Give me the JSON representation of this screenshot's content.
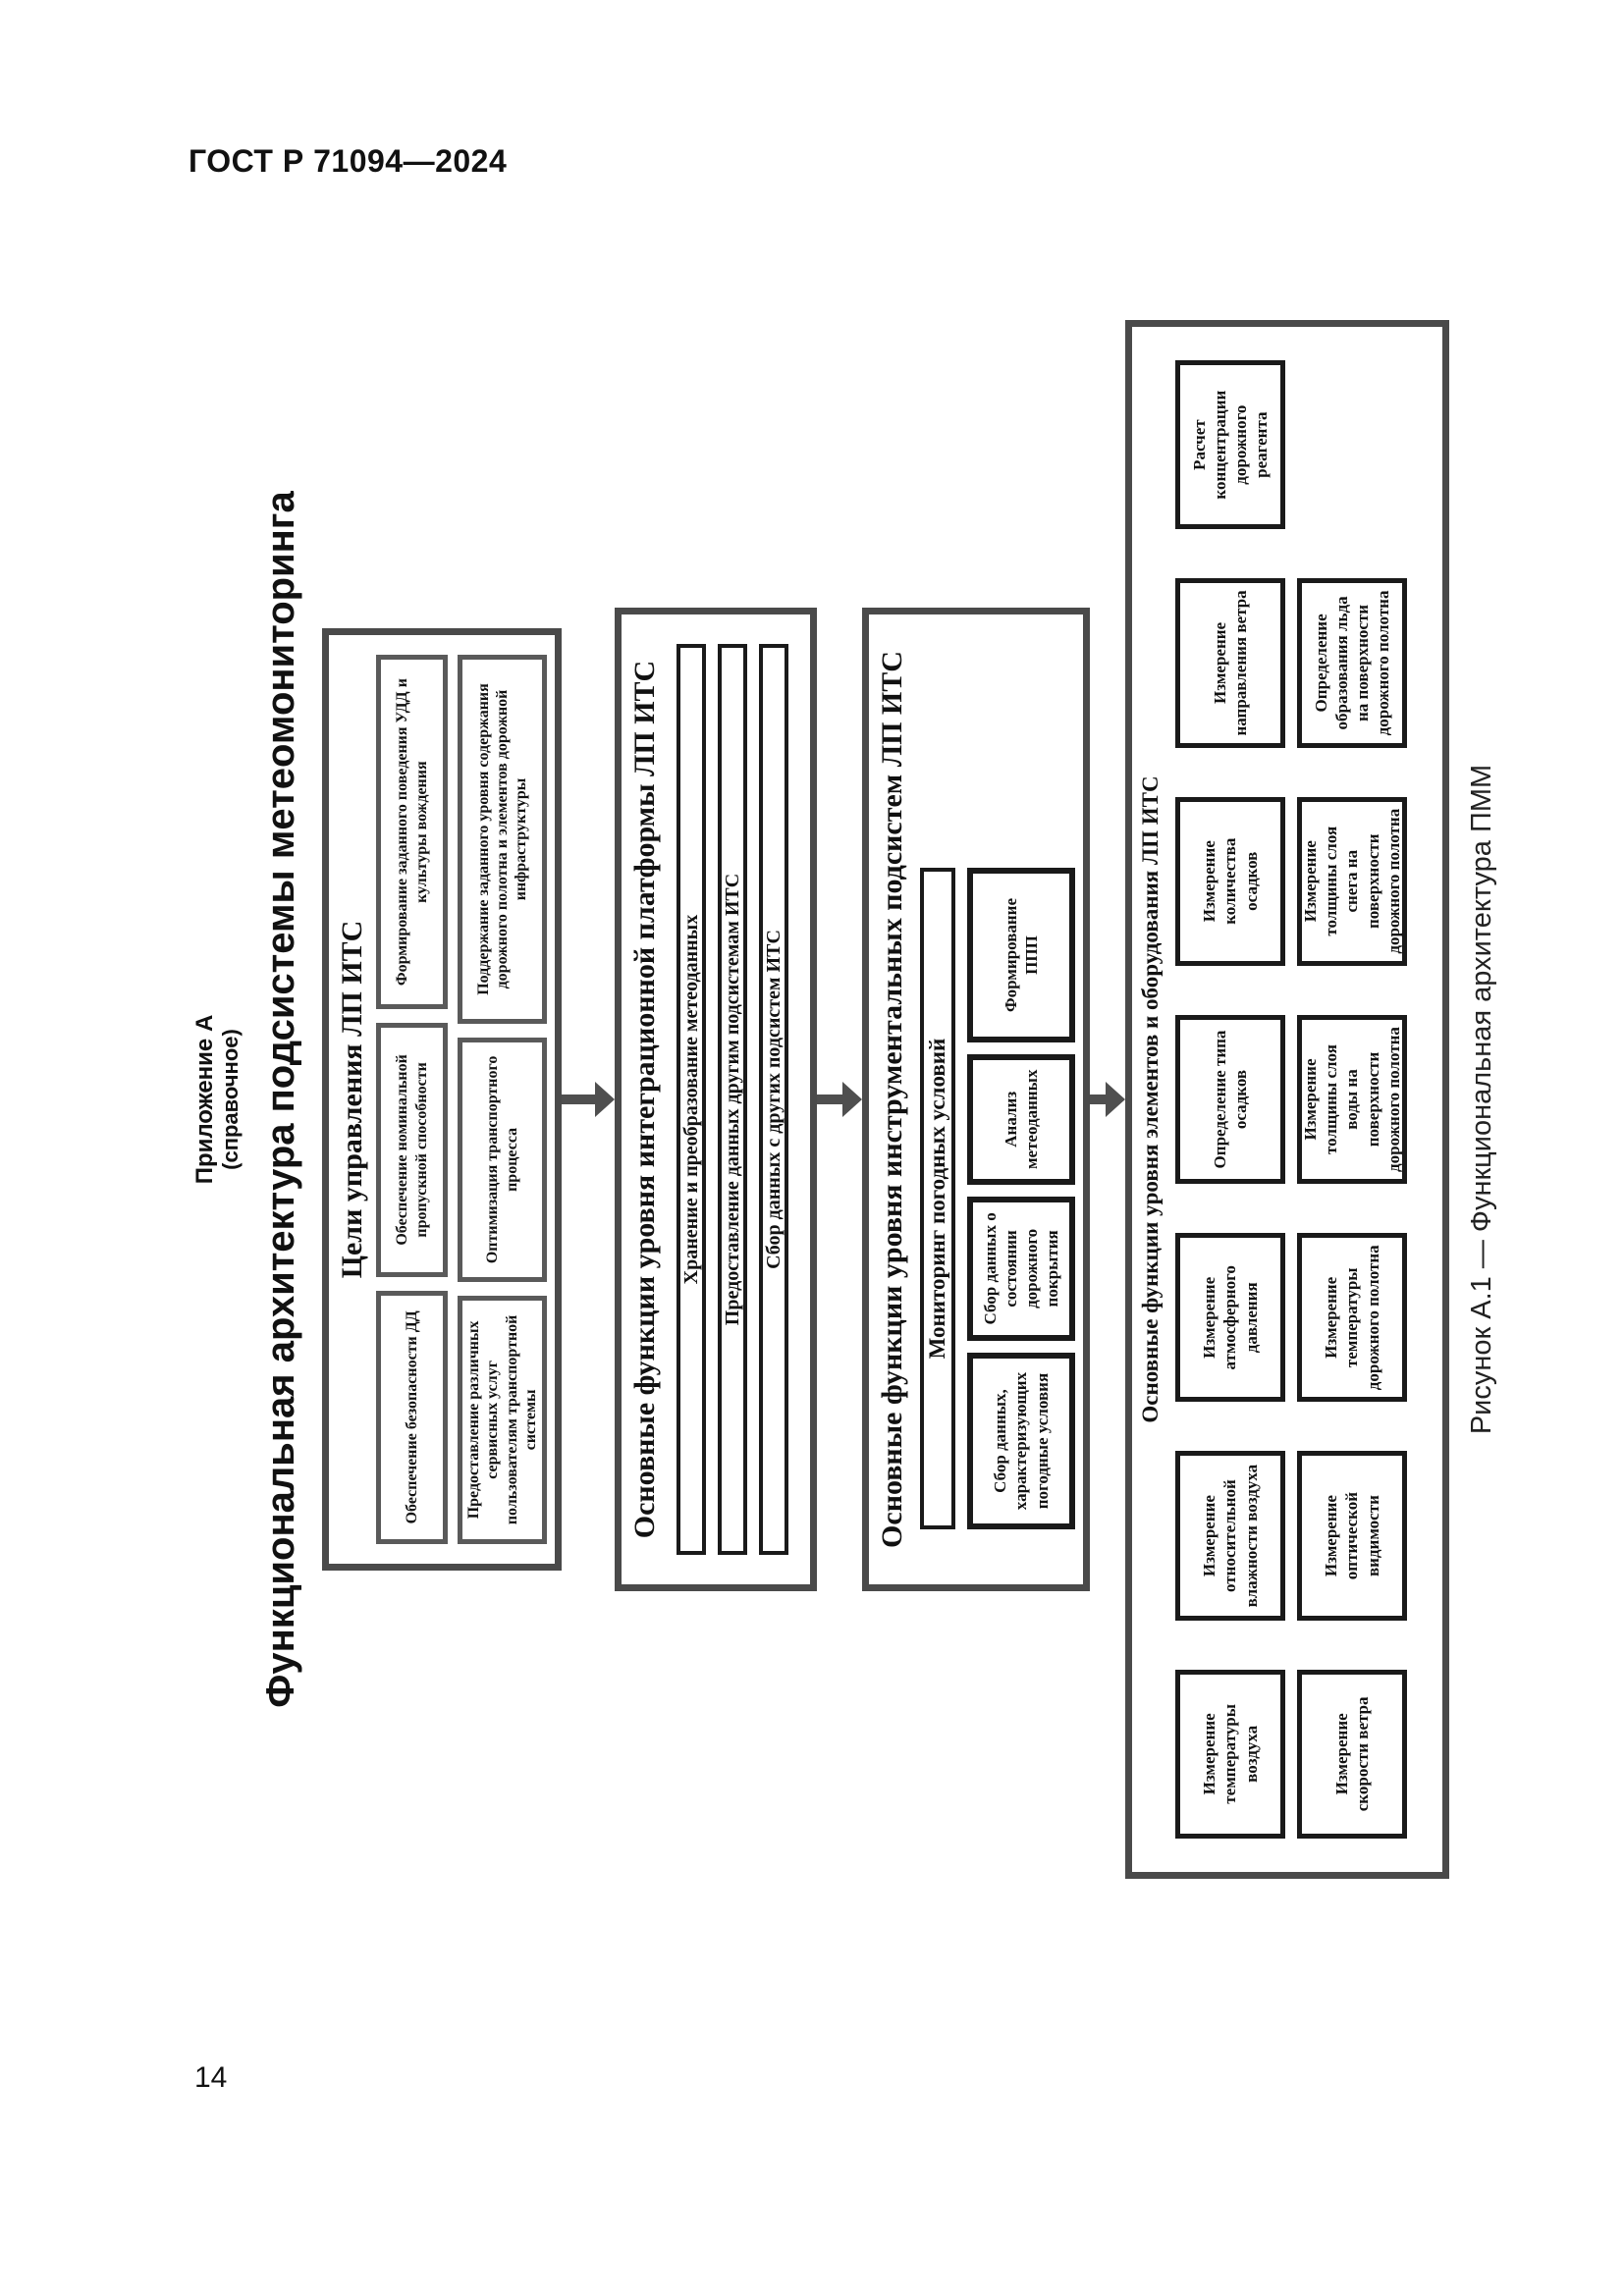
{
  "page": {
    "header": "ГОСТ Р 71094—2024",
    "page_number": "14"
  },
  "appendix": {
    "title": "Приложение А",
    "subtitle": "(справочное)",
    "figure_heading": "Функциональная архитектура подсистемы метеомониторинга"
  },
  "diagram": {
    "orientation": "rotated 90 degrees counterclockwise on page",
    "icons": {
      "flow_arrow": "down-arrow"
    },
    "colors": {
      "outer_border": "#4a4a4a",
      "goal_box_border": "#5a5a5a",
      "inner_border": "#1a1a1a",
      "arrow": "#4f4f4f"
    },
    "levels": [
      {
        "title": "Цели управления ЛП ИТС",
        "row1": [
          "Обеспечение безопасности ДД",
          "Обеспечение номинальной пропускной способности",
          "Формирование заданного поведения УДД и культуры вождения"
        ],
        "row2": [
          "Предоставление различных сервисных услуг пользователям транспортной системы",
          "Оптимизация транспортного процесса",
          "Поддержание заданного уровня содержания дорожного полотна и элементов дорожной инфраструктуры"
        ]
      },
      {
        "title": "Основные функции уровня интеграционной платформы ЛП ИТС",
        "bars": [
          "Хранение и преобразование метеоданных",
          "Предоставление данных другим подсистемам ИТС",
          "Сбор данных с других подсистем ИТС"
        ]
      },
      {
        "title": "Основные функции уровня инструментальных подсистем ЛП ИТС",
        "monitoring_bar": "Мониторинг погодных условий",
        "boxes": [
          "Сбор данных, характеризующих погодные условия",
          "Сбор данных о состоянии дорожного покрытия",
          "Анализ метеоданных",
          "Формирование ППП"
        ]
      },
      {
        "title": "Основные функции уровня элементов и оборудования ЛП ИТС",
        "row1": [
          "Измерение температуры воздуха",
          "Измерение относительной влажности воздуха",
          "Измерение атмосферного давления",
          "Определение типа осадков",
          "Измерение количества осадков",
          "Измерение направления ветра",
          "Расчет концентрации дорожного реагента"
        ],
        "row2": [
          "Измерение скорости ветра",
          "Измерение оптической видимости",
          "Измерение температуры дорожного полотна",
          "Измерение толщины слоя воды на поверхности дорожного полотна",
          "Измерение толщины слоя снега на поверхности дорожного полотна",
          "Определение образования льда на поверхности дорожного полотна"
        ]
      }
    ]
  },
  "figure": {
    "caption": "Рисунок А.1 — Функциональная архитектура ПММ"
  }
}
